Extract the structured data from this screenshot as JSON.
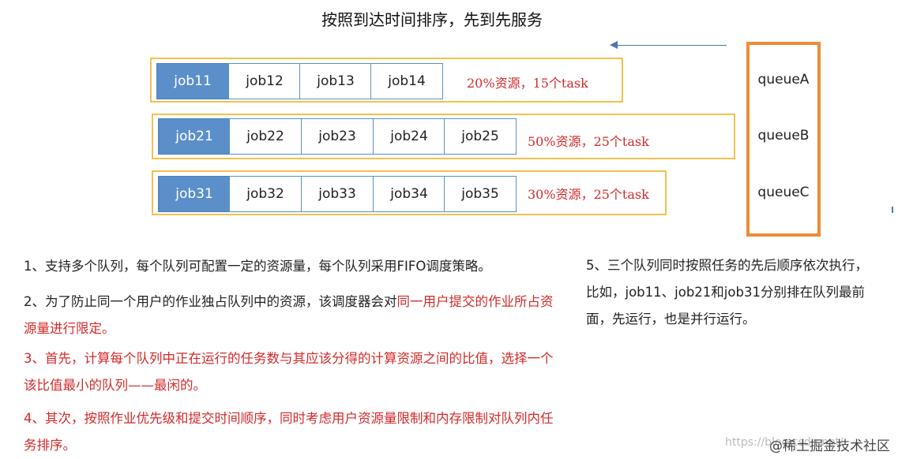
{
  "title": "按照到达时间排序，先到先服务",
  "queues": [
    {
      "jobs": [
        "job11",
        "job12",
        "job13",
        "job14"
      ],
      "resource": "20%资源，15个task"
    },
    {
      "jobs": [
        "job21",
        "job22",
        "job23",
        "job24",
        "job25"
      ],
      "resource": "50%资源，25个task"
    },
    {
      "jobs": [
        "job31",
        "job32",
        "job33",
        "job34",
        "job35"
      ],
      "resource": "30%资源，25个task"
    }
  ],
  "queue_labels": [
    "queueA",
    "queueB",
    "queueC"
  ],
  "notes": {
    "p1": "1、支持多个队列，每个队列可配置一定的资源量，每个队列采用FIFO调度策略。",
    "p2_black": "2、为了防止同一个用户的作业独占队列中的资源，该调度器会对",
    "p2_red": "同一用户提交的作业所占资源量进行限定。",
    "p3": "3、首先，计算每个队列中正在运行的任务数与其应该分得的计算资源之间的比值，选择一个该比值最小的队列——最闲的。",
    "p4": "4、其次，按照作业优先级和提交时间顺序，同时考虑用户资源量限制和内存限制对队列内任务排序。",
    "p5": "5、三个队列同时按照任务的先后顺序依次执行，比如，job11、job21和job31分别排在队列最前面，先运行，也是并行运行。"
  },
  "watermark": "https://blog.csdn.net/",
  "brand": "@稀土掘金技术社区",
  "colors": {
    "job_border": "#5b8fc9",
    "job_first_fill": "#5b8fc9",
    "row_border": "#f2c14e",
    "queue_box_border": "#f08a34",
    "highlight_text": "#d42a2a",
    "arrow": "#4a76b8"
  }
}
